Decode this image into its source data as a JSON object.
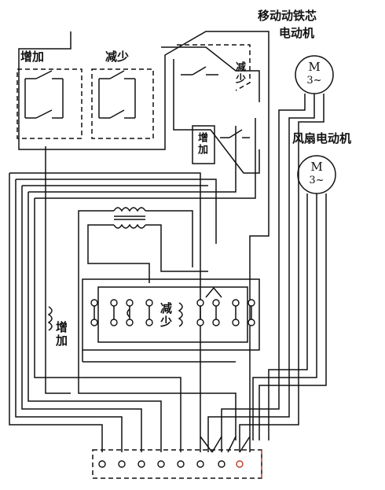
{
  "labels": {
    "increase_top": "增加",
    "decrease_top": "减少",
    "moving_core_motor_line1": "移动动铁芯",
    "moving_core_motor_line2": "电动机",
    "fan_motor": "风扇电动机",
    "increase_middle": "增加",
    "decrease_small": "减少",
    "increase_left": "增加",
    "decrease_board": "减少"
  },
  "motors": {
    "moving_core": {
      "symbol": "M",
      "phase": "3~"
    },
    "fan": {
      "symbol": "M",
      "phase": "3~"
    }
  },
  "colors": {
    "line": "#111111",
    "dashed_terminal": "#c0392b"
  }
}
